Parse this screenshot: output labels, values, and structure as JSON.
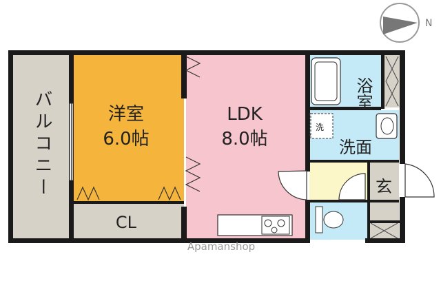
{
  "rooms": {
    "balcony": "バルコニー",
    "western_room": {
      "name": "洋室",
      "size": "6.0帖"
    },
    "closet": "CL",
    "ldk": {
      "name": "LDK",
      "size": "8.0帖"
    },
    "bath": "浴室",
    "washroom": "洗面",
    "washer": "洗",
    "entrance": "玄"
  },
  "compass": {
    "north": "N"
  },
  "watermark": "Apamanshop",
  "colors": {
    "western_room": "#f5b53c",
    "ldk": "#f7c5cd",
    "balcony": "#d6d2c8",
    "closet": "#d6d2c8",
    "bath_wash": "#c3eaf6",
    "entrance": "#d6d2c8",
    "hall": "#fbf7c8",
    "wall": "#1a1a1a"
  }
}
